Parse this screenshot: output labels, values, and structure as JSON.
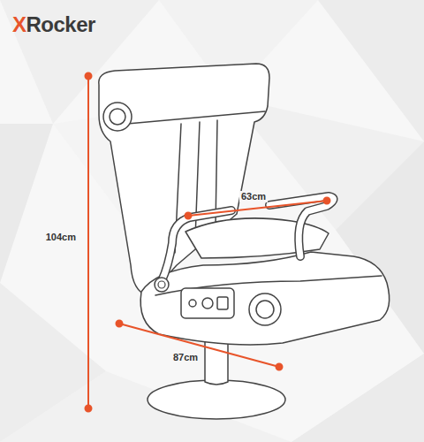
{
  "diagram": {
    "labels": [
      "XRocker",
      "104cm",
      "63cm",
      "87cm"
    ]
  }
}
